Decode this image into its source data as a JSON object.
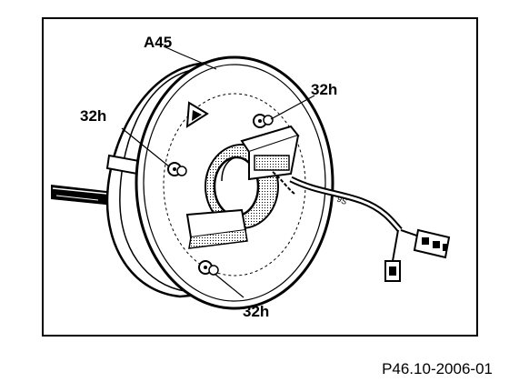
{
  "figure": {
    "callouts": {
      "part_top": "A45",
      "screw_upper_right": "32h",
      "screw_left": "32h",
      "screw_bottom": "32h"
    },
    "reference_code": "P46.10-2006-01",
    "small_marking": "9S"
  }
}
